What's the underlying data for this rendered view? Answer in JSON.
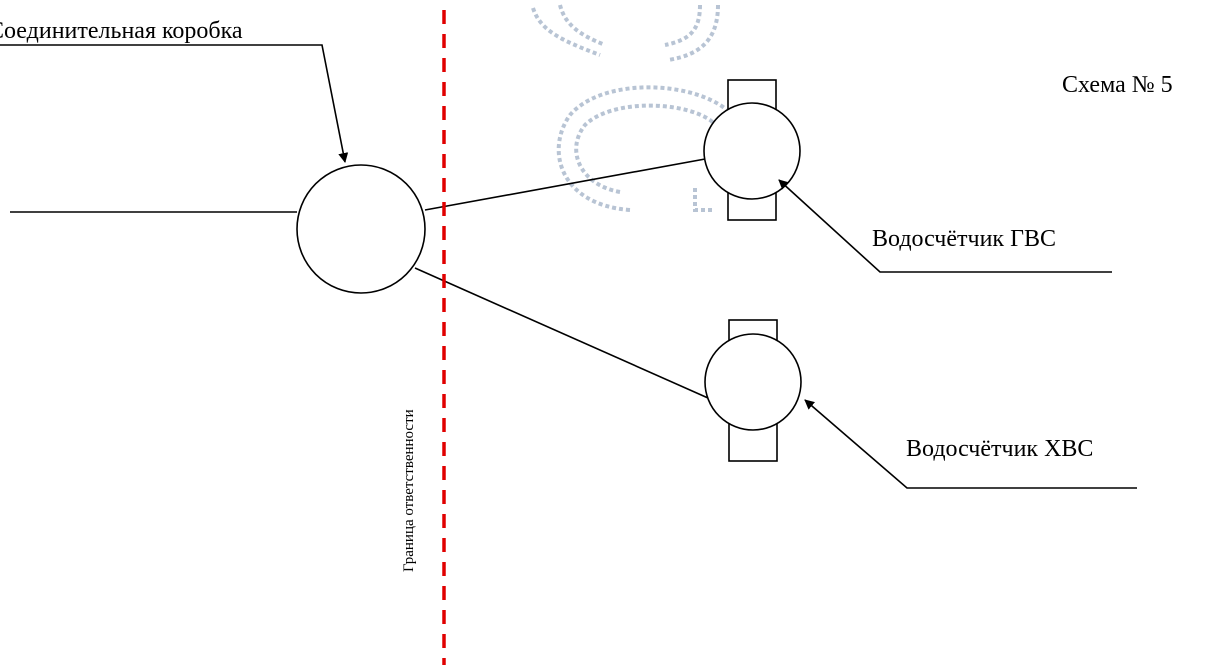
{
  "diagram": {
    "junction_box_label": "Соединительная коробка",
    "scheme_number": "Схема № 5",
    "hot_water_meter_label": "Водосчётчик ГВС",
    "cold_water_meter_label": "Водосчётчик ХВС",
    "responsibility_border_label": "Граница ответственности"
  },
  "colors": {
    "border_line": "#e00000",
    "lines": "#000000",
    "watermark": "#b8c4d4"
  }
}
